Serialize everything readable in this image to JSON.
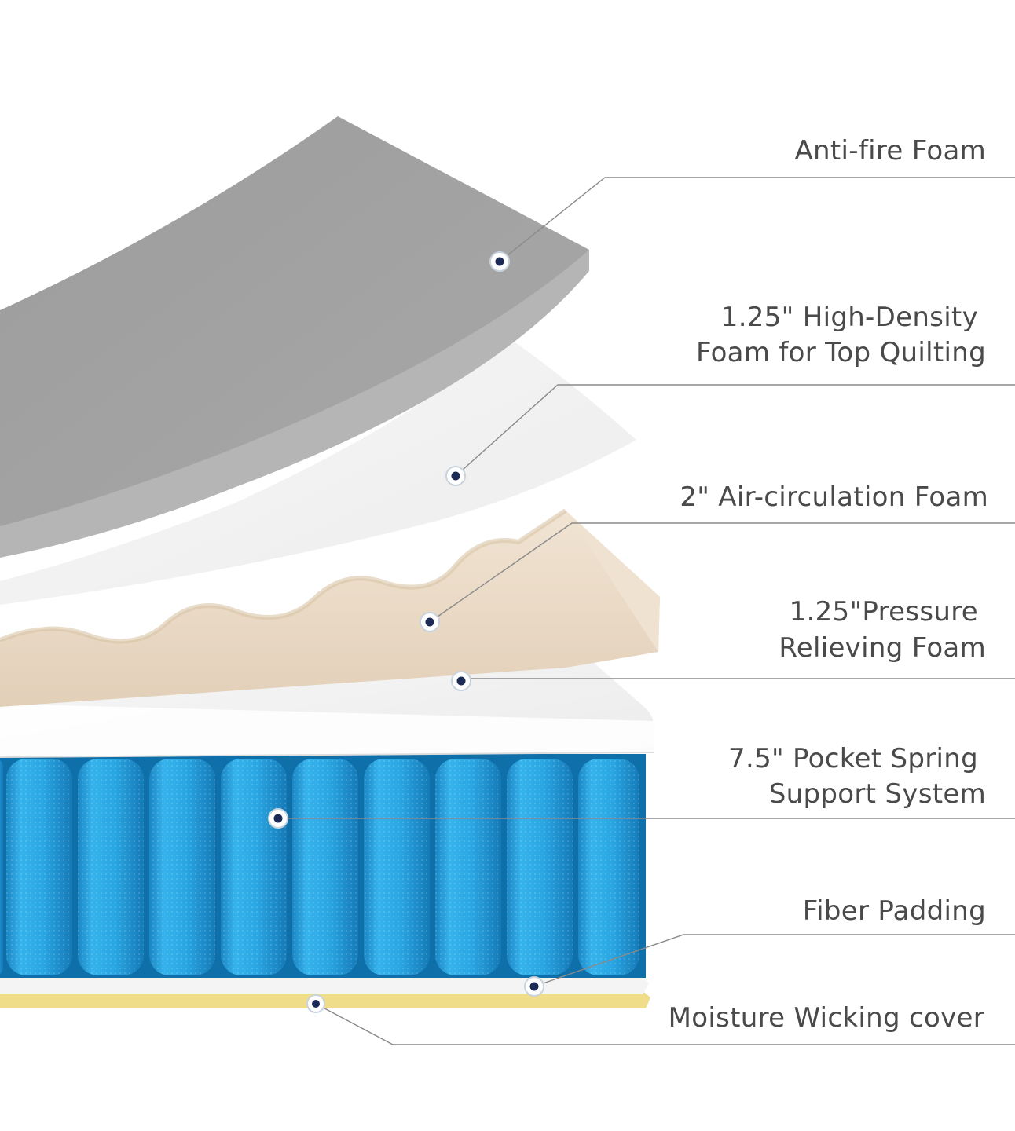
{
  "layers": [
    {
      "id": "anti-fire",
      "lines": [
        "Anti-fire Foam"
      ]
    },
    {
      "id": "high-density",
      "lines": [
        "1.25\" High-Density",
        "Foam for Top Quilting"
      ]
    },
    {
      "id": "air-circulation",
      "lines": [
        "2\" Air-circulation Foam"
      ]
    },
    {
      "id": "pressure-relieving",
      "lines": [
        "1.25\"Pressure",
        "Relieving Foam"
      ]
    },
    {
      "id": "pocket-spring",
      "lines": [
        "7.5\" Pocket Spring",
        "Support System"
      ]
    },
    {
      "id": "fiber-padding",
      "lines": [
        "Fiber Padding"
      ]
    },
    {
      "id": "moisture-wicking",
      "lines": [
        "Moisture Wicking cover"
      ]
    }
  ],
  "colors": {
    "anti_fire_foam": "#a3a3a3",
    "white_foam": "#f5f5f5",
    "egg_crate_foam": "#eadcca",
    "spring_blue": "#2aa4e0",
    "moisture_cover": "#f1e08a",
    "marker_dot": "#1c2a56"
  }
}
